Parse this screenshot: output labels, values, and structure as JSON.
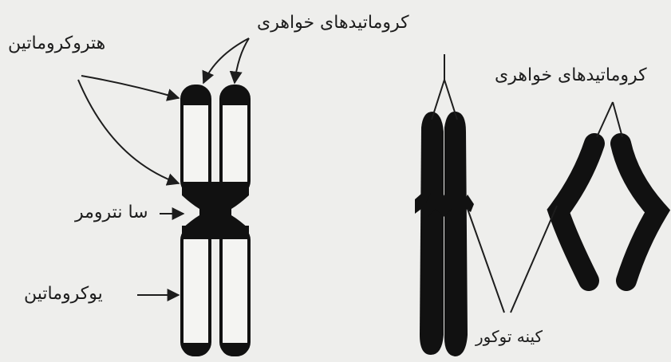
{
  "labels": {
    "heterochromatin": "هتروکروماتین",
    "sister_chromatids_left": "کروماتیدهای خواهری",
    "centromere": "سا نترومر",
    "euchromatin": "یوکروماتین",
    "sister_chromatids_right": "کروماتیدهای خواهری",
    "kinetochore": "کینه توکور"
  },
  "colors": {
    "background": "#eeeeec",
    "ink": "#1d1d1d",
    "chromosome_fill": "#111111"
  }
}
